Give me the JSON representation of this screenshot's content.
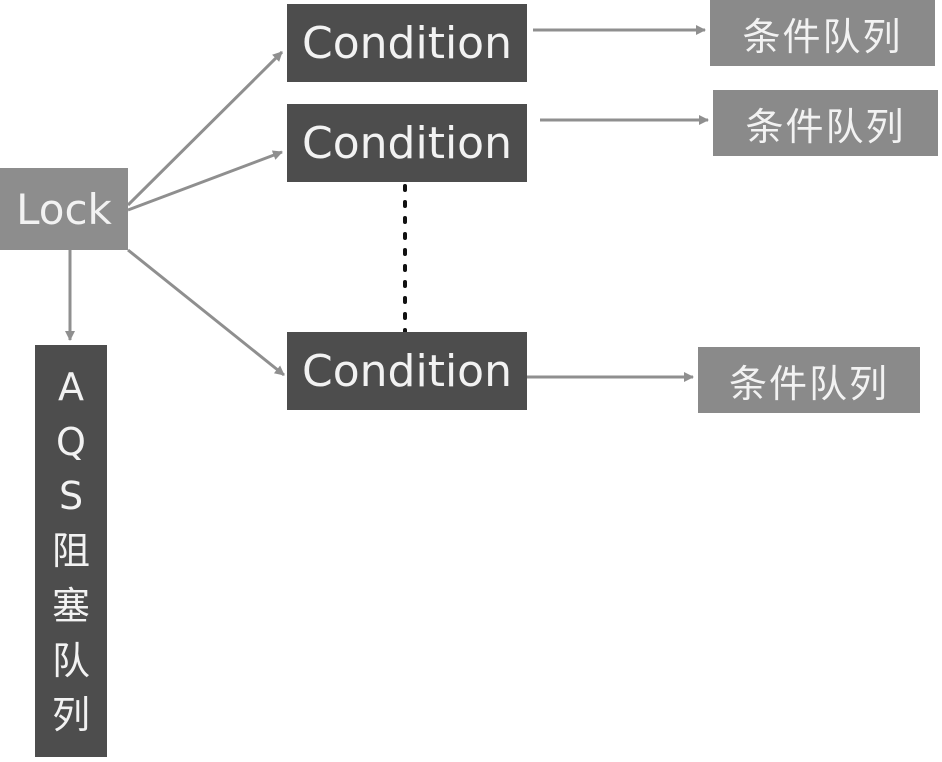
{
  "lock": {
    "label": "Lock"
  },
  "conditions": [
    {
      "label": "Condition"
    },
    {
      "label": "Condition"
    },
    {
      "label": "Condition"
    }
  ],
  "queues": [
    {
      "label": "条件队列"
    },
    {
      "label": "条件队列"
    },
    {
      "label": "条件队列"
    }
  ],
  "aqs_queue": {
    "chars": [
      "A",
      "Q",
      "S",
      "阻",
      "塞",
      "队",
      "列"
    ]
  },
  "colors": {
    "arrow": "#8f8f8f",
    "dark_box": "#4d4d4d",
    "light_box": "#8a8a8a",
    "text": "#f2f2f2"
  }
}
